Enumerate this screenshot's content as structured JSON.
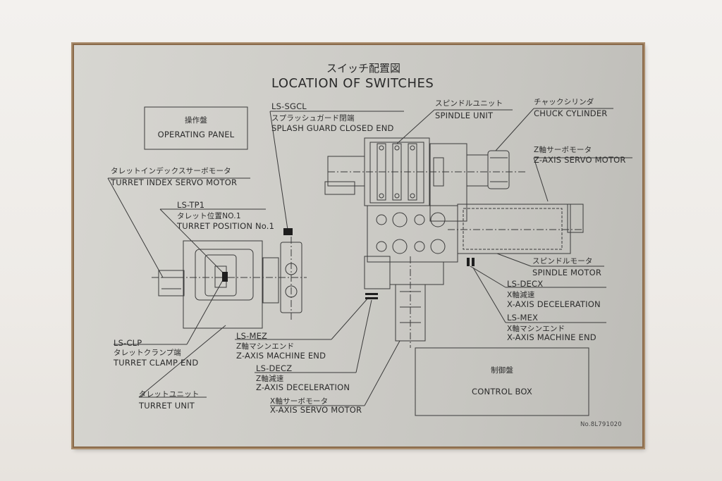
{
  "title": {
    "japanese": "スイッチ配置図",
    "english": "LOCATION OF SWITCHES"
  },
  "operating_panel": {
    "japanese": "操作盤",
    "english": "OPERATING PANEL"
  },
  "control_box": {
    "japanese": "制御盤",
    "english": "CONTROL BOX"
  },
  "labels": {
    "ls_sgcl": {
      "code": "LS-SGCL",
      "japanese": "スプラッシュガード閉端",
      "english": "SPLASH GUARD CLOSED END"
    },
    "spindle_unit": {
      "japanese": "スピンドルユニット",
      "english": "SPINDLE UNIT"
    },
    "chuck_cylinder": {
      "japanese": "チャックシリンダ",
      "english": "CHUCK CYLINDER"
    },
    "z_axis_servo_motor": {
      "japanese": "Z軸サーボモータ",
      "english": "Z-AXIS SERVO MOTOR"
    },
    "turret_index_servo_motor": {
      "japanese": "タレットインデックスサーボモータ",
      "english": "TURRET INDEX SERVO MOTOR"
    },
    "ls_tp1": {
      "code": "LS-TP1",
      "japanese": "タレット位置NO.1",
      "english": "TURRET POSITION No.1"
    },
    "spindle_motor": {
      "japanese": "スピンドルモータ",
      "english": "SPINDLE MOTOR"
    },
    "ls_decx": {
      "code": "LS-DECX",
      "japanese": "X軸減速",
      "english": "X-AXIS DECELERATION"
    },
    "ls_mex": {
      "code": "LS-MEX",
      "japanese": "X軸マシンエンド",
      "english": "X-AXIS MACHINE END"
    },
    "ls_clp": {
      "code": "LS-CLP",
      "japanese": "タレットクランプ端",
      "english": "TURRET CLAMP END"
    },
    "ls_mez": {
      "code": "LS-MEZ",
      "japanese": "Z軸マシンエンド",
      "english": "Z-AXIS MACHINE END"
    },
    "ls_decz": {
      "code": "LS-DECZ",
      "japanese": "Z軸減速",
      "english": "Z-AXIS DECELERATION"
    },
    "turret_unit": {
      "japanese": "タレットユニット",
      "english": "TURRET UNIT"
    },
    "x_axis_servo_motor": {
      "japanese": "X軸サーボモータ",
      "english": "X-AXIS SERVO MOTOR"
    }
  },
  "serial_number": "No.8L791020",
  "colors": {
    "plate": "#cfcec9",
    "frame": "#8a6a4a",
    "ink": "#2c2c2c",
    "wall": "#f1efec"
  }
}
